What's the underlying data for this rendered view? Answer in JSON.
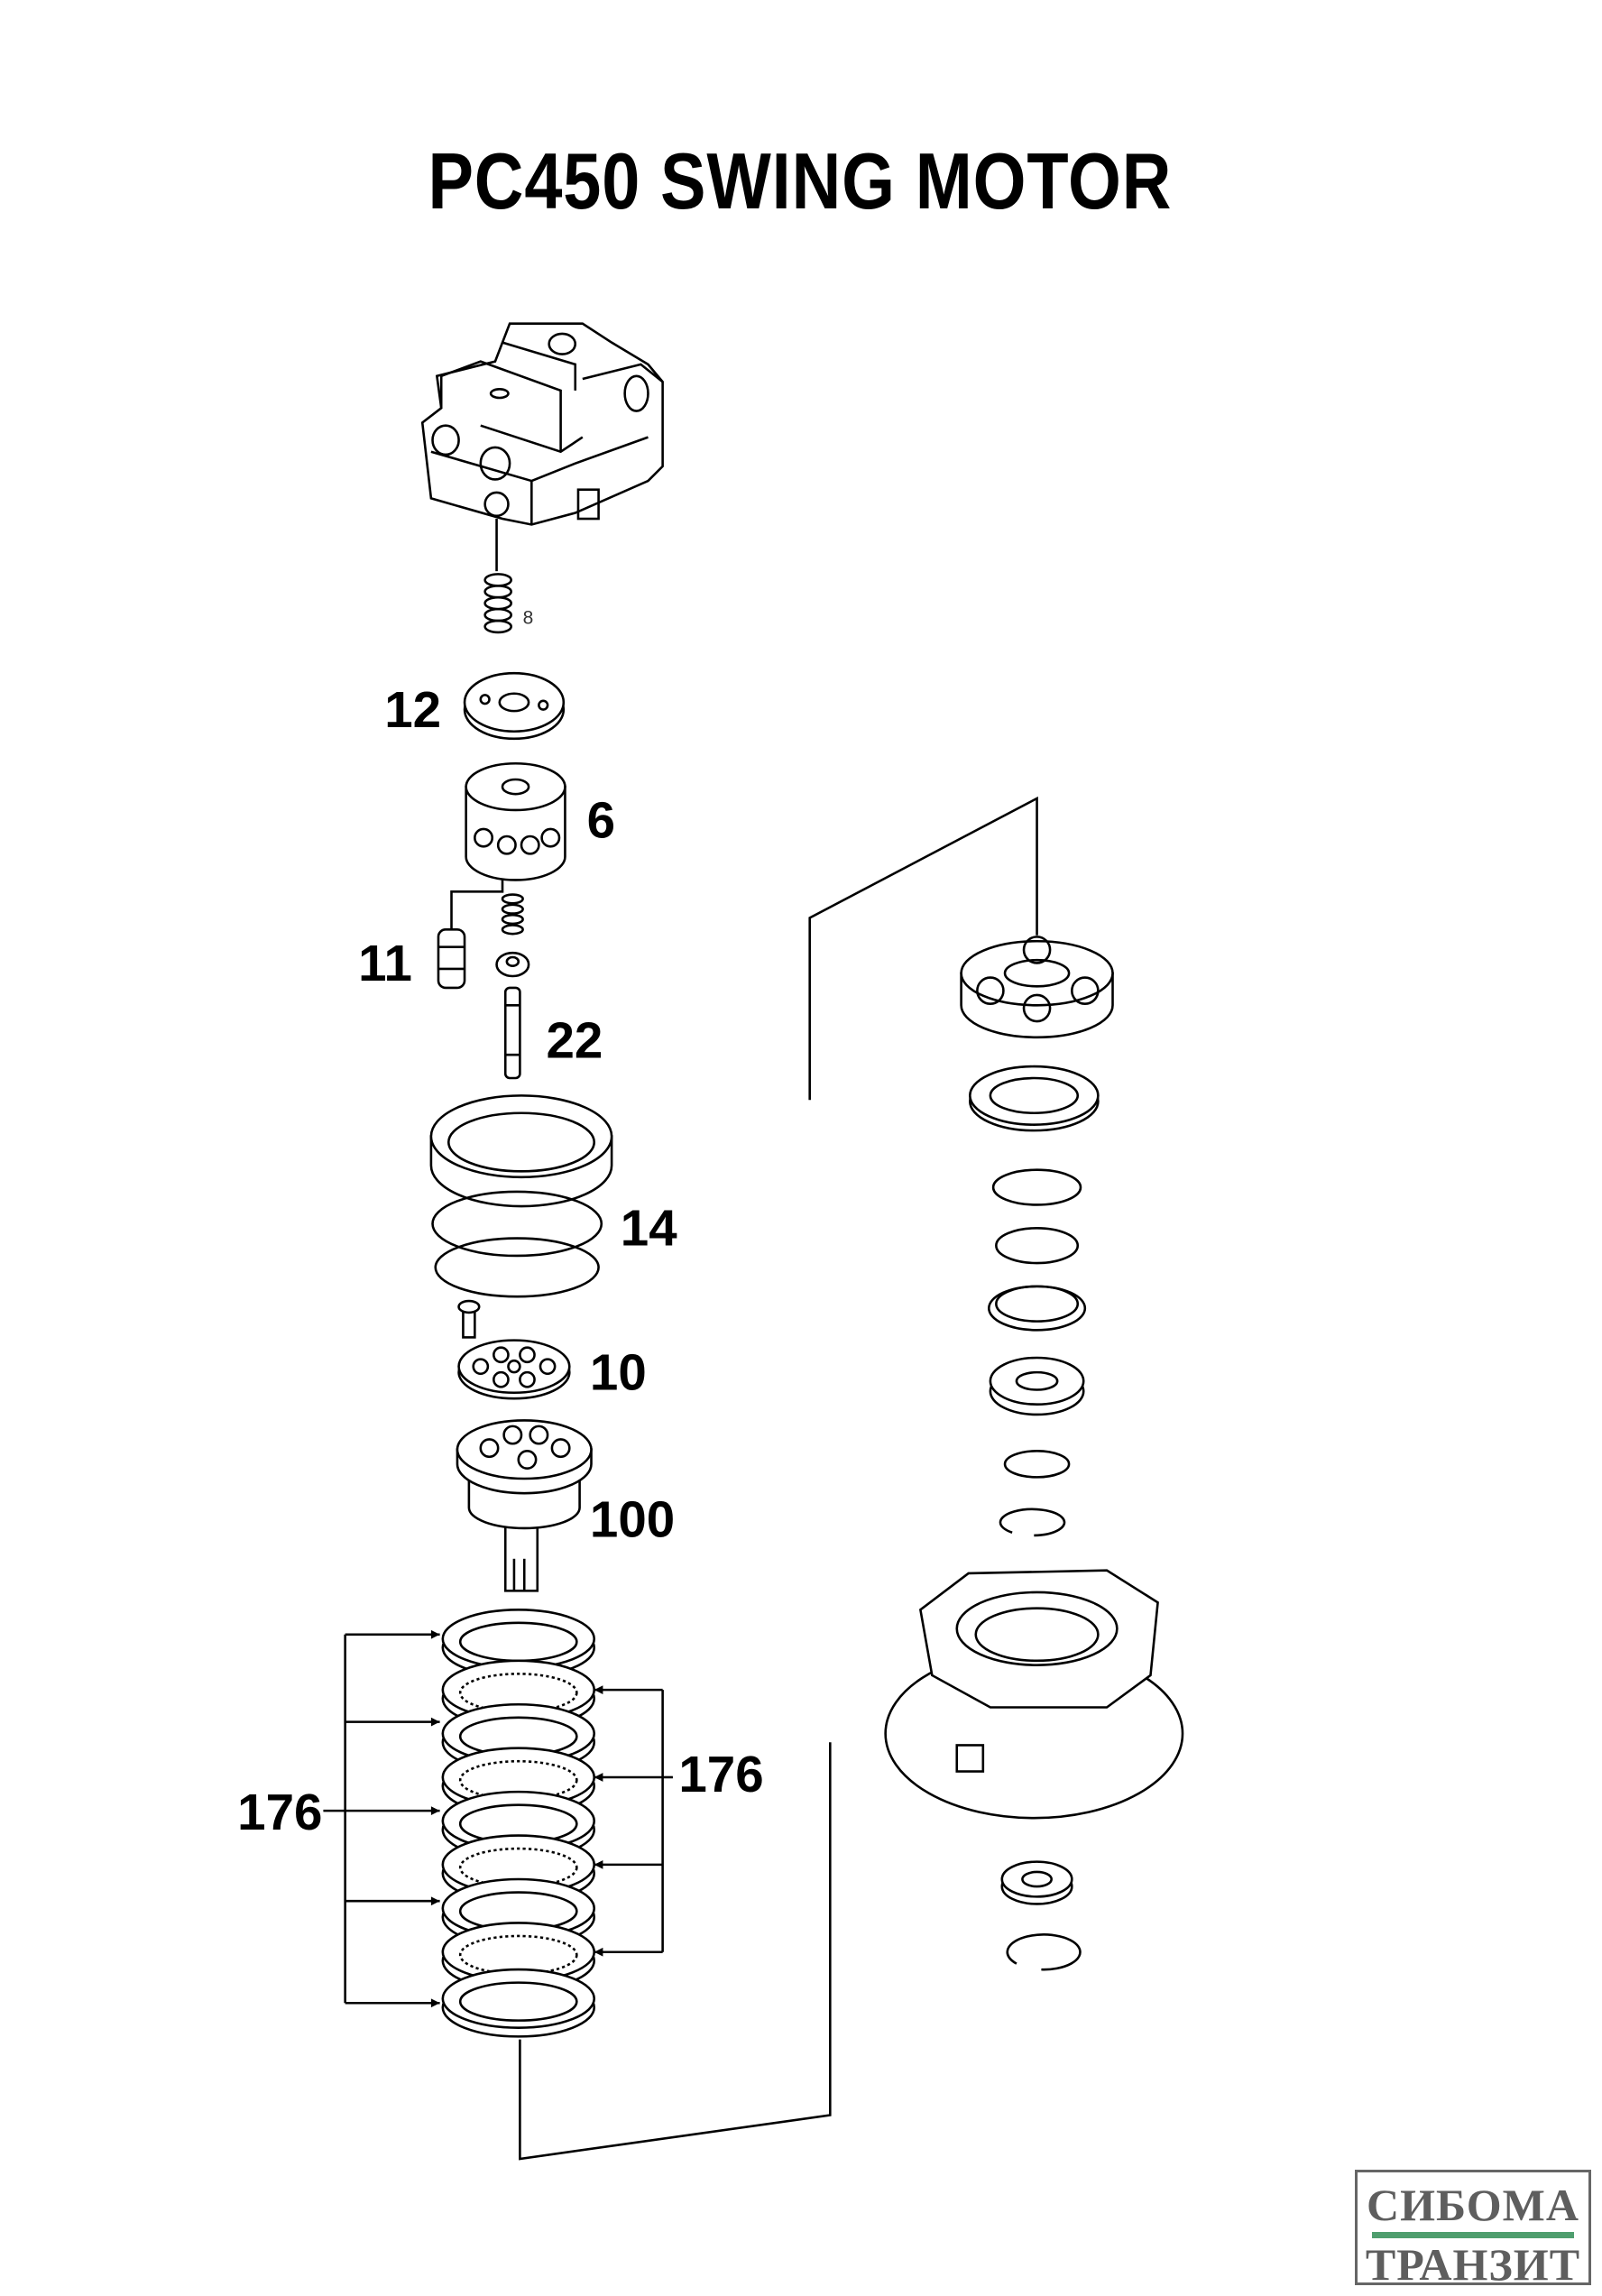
{
  "title": "PC450 SWING MOTOR",
  "labels": {
    "spring_ref": "8",
    "valve_plate": "12",
    "cylinder_block": "6",
    "piston": "11",
    "center_shaft": "22",
    "ring_seal": "14",
    "retainer_plate": "10",
    "output_shaft": "100",
    "plates_left": "176",
    "plates_right": "176"
  },
  "logo": {
    "line1": "СИБОМА",
    "line2": "ТРАНЗИТ",
    "accent_color": "#4f9e6e",
    "text_color": "#5e5e5e"
  }
}
